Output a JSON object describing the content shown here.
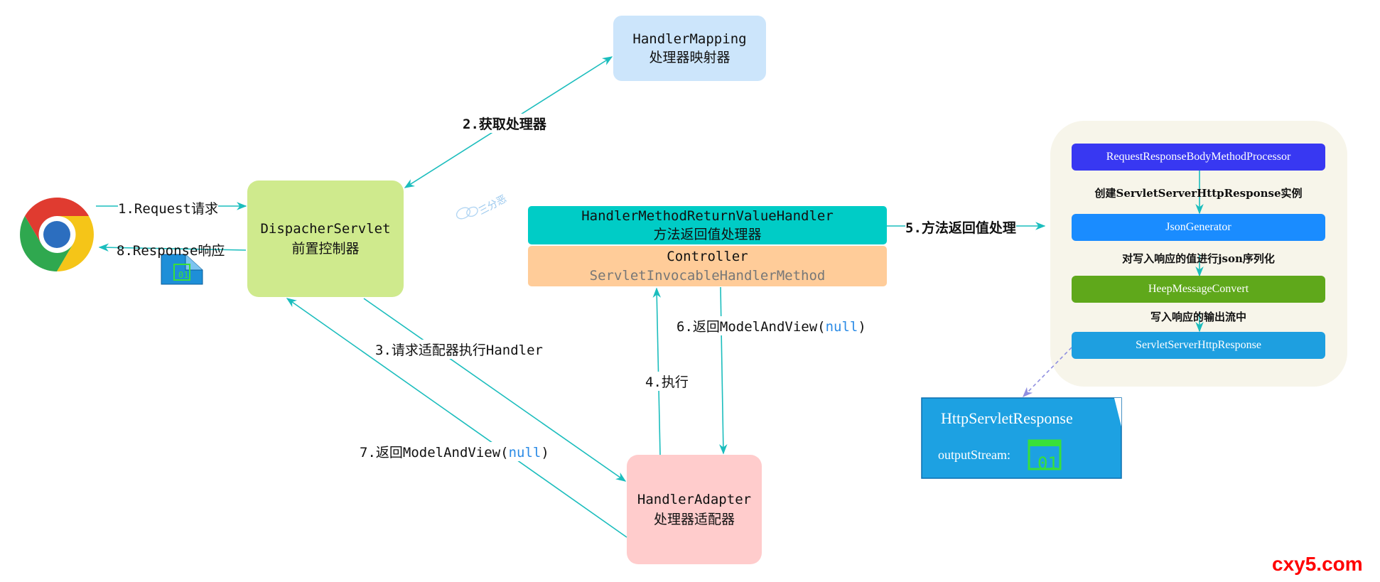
{
  "nodes": {
    "handler_mapping": {
      "line1": "HandlerMapping",
      "line2": "处理器映射器",
      "color": "#cce5fb"
    },
    "dispatcher": {
      "line1": "DispacherServlet",
      "line2": "前置控制器",
      "color": "#cfea8d"
    },
    "return_value_handler": {
      "line1": "HandlerMethodReturnValueHandler",
      "line2": "方法返回值处理器",
      "color": "#00ccc6"
    },
    "controller": {
      "line1": "Controller",
      "line2": "ServletInvocableHandlerMethod",
      "color": "#ffcc99"
    },
    "handler_adapter": {
      "line1": "HandlerAdapter",
      "line2": "处理器适配器",
      "color": "#ffcccc"
    },
    "http_servlet_response": {
      "title": "HttpServletResponse",
      "field": "outputStream:",
      "color": "#1da1e2"
    }
  },
  "edges": {
    "e1": "1.Request请求",
    "e2": "2.获取处理器",
    "e3": "3.请求适配器执行Handler",
    "e4": "4.执行",
    "e5": "5.方法返回值处理",
    "e6_prefix": "6.返回ModelAndView(",
    "e6_null": "null",
    "e6_suffix": ")",
    "e7_prefix": "7.返回ModelAndView(",
    "e7_null": "null",
    "e7_suffix": ")",
    "e8": "8.Response响应"
  },
  "processors": {
    "p1": {
      "label": "RequestResponseBodyMethodProcessor",
      "color": "#3838f2"
    },
    "s1": "创建ServletServerHttpResponse实例",
    "p2": {
      "label": "JsonGenerator",
      "color": "#1a8cff"
    },
    "s2": "对写入响应的值进行json序列化",
    "p3": {
      "label": "HeepMessageConvert",
      "color": "#5fa81b"
    },
    "s3": "写入响应的输出流中",
    "p4": {
      "label": "ServletServerHttpResponse",
      "color": "#1e9fe0"
    }
  },
  "watermark": "三分恶",
  "site": "cxy5.com",
  "colors": {
    "arrow": "#1bbdbd",
    "panel": "#f7f5ea",
    "dashed_arrow": "#8f8fe0",
    "site": "#ff0000"
  }
}
